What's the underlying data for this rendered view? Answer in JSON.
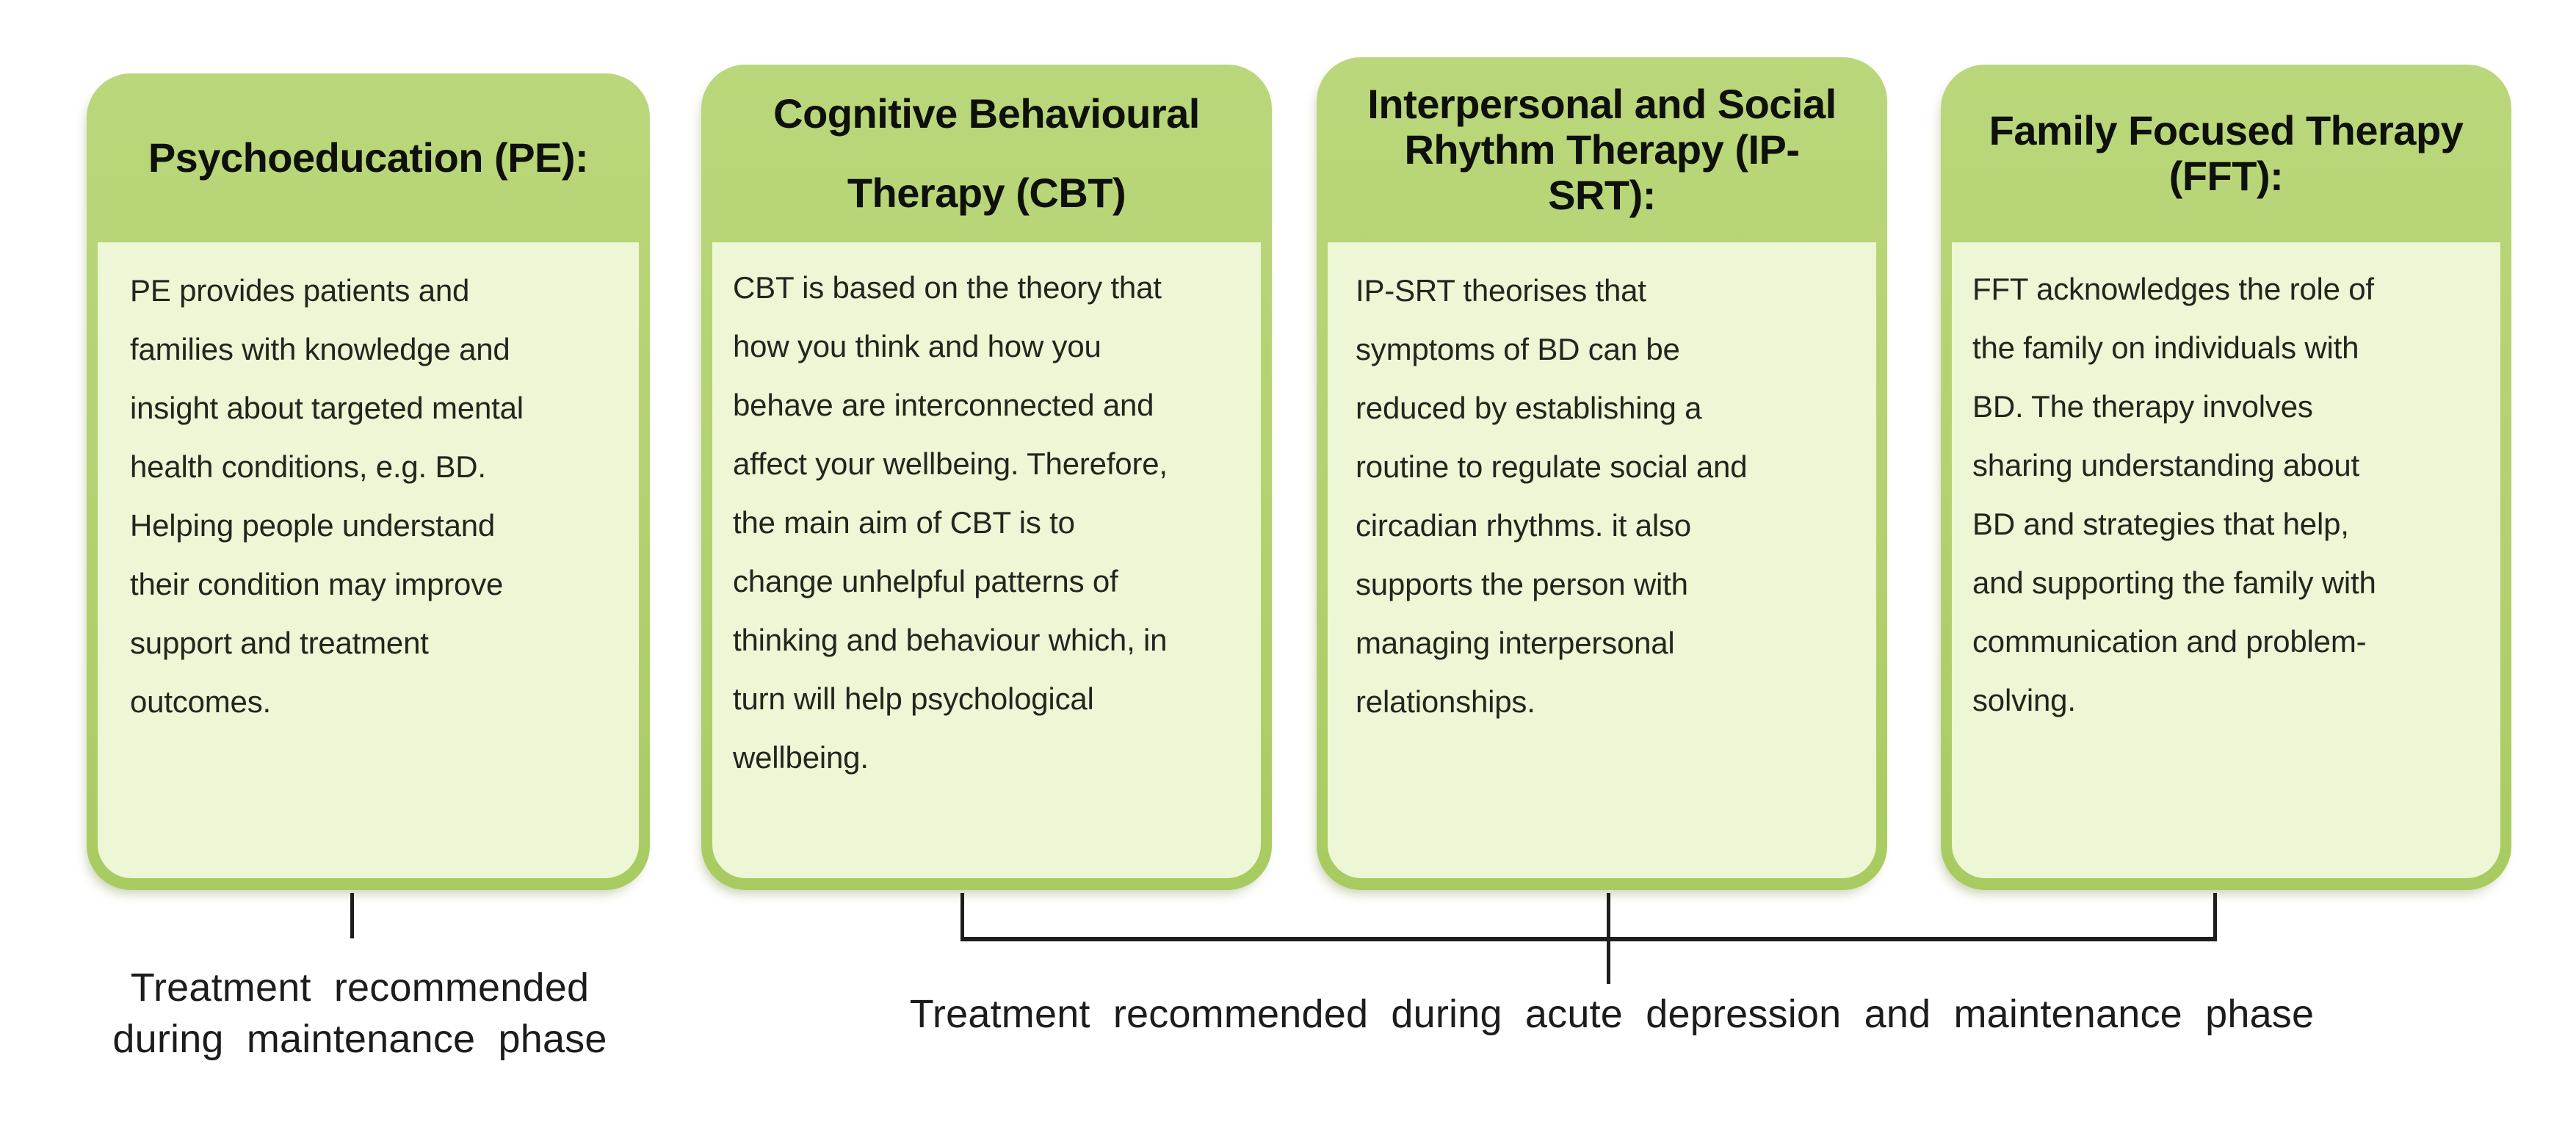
{
  "colors": {
    "card_header_green": "#b4d170",
    "card_border_green": "#a8cb61",
    "card_body_green": "#edf6d5",
    "connector_black": "#1d1d1d",
    "background": "#ffffff"
  },
  "cards": [
    {
      "title": "Psychoeducation (PE):",
      "body": [
        "PE provides patients and",
        "families with knowledge and",
        "insight about targeted mental",
        "health conditions, e.g. BD.",
        "Helping people understand",
        "their condition may improve",
        "support and treatment",
        "outcomes."
      ]
    },
    {
      "title": [
        "Cognitive Behavioural",
        "Therapy (CBT)"
      ],
      "body": [
        "CBT is based on the theory that",
        "how you think and how you",
        "behave are interconnected and",
        "affect your wellbeing. Therefore,",
        "the main aim of CBT is to",
        "change unhelpful patterns of",
        "thinking and behaviour which, in",
        "turn will help psychological",
        "wellbeing."
      ]
    },
    {
      "title": [
        "Interpersonal and Social",
        "Rhythm Therapy (IP-",
        "SRT):"
      ],
      "body": [
        "IP-SRT theorises that",
        "symptoms of BD can be",
        "reduced by establishing a",
        "routine to regulate social and",
        "circadian rhythms. it also",
        "supports the person with",
        "managing interpersonal",
        "relationships."
      ]
    },
    {
      "title": [
        "Family Focused Therapy",
        "(FFT):"
      ],
      "body": [
        "FFT acknowledges the role of",
        "the family on individuals with",
        "BD. The therapy involves",
        "sharing understanding about",
        "BD and strategies that help,",
        "and supporting the family with",
        "communication and problem-",
        "solving."
      ]
    }
  ],
  "notes": {
    "maintenance": [
      "Treatment recommended",
      "during maintenance phase"
    ],
    "acute": "Treatment recommended during acute depression and maintenance phase"
  }
}
